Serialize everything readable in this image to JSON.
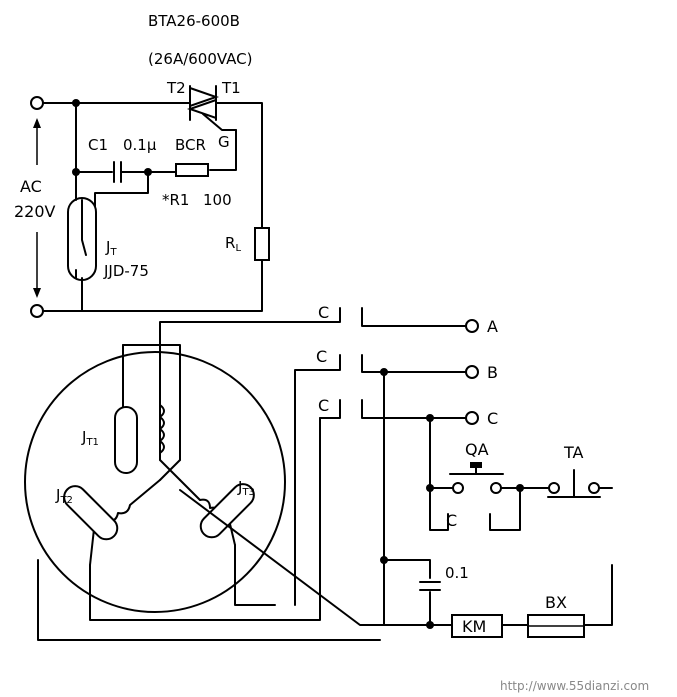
{
  "triac": {
    "part": "BTA26-600B",
    "rating": "(26A/600VAC)",
    "t2": "T2",
    "t1": "T1",
    "gate": "G"
  },
  "supply": {
    "line1": "AC",
    "line2": "220V"
  },
  "c1": {
    "name": "C1",
    "value": "0.1μ"
  },
  "bcr": "BCR",
  "r1": {
    "name": "*R1",
    "value": "100"
  },
  "rl": {
    "main": "R",
    "sub": "L"
  },
  "jt": {
    "main": "J",
    "sub": "T",
    "model": "JJD-75"
  },
  "windings": {
    "jt1": {
      "main": "J",
      "sub": "T1"
    },
    "jt2": {
      "main": "J",
      "sub": "T2"
    },
    "jt3": {
      "main": "J",
      "sub": "T3"
    }
  },
  "contacts": {
    "c_a": "C",
    "c_b": "C",
    "c_c": "C",
    "c_qa": "C"
  },
  "phases": {
    "a": "A",
    "b": "B",
    "c": "C"
  },
  "qa": "QA",
  "ta": "TA",
  "cap2": "0.1",
  "km": "KM",
  "bx": "BX",
  "watermark": "http://www.55dianzi.com"
}
